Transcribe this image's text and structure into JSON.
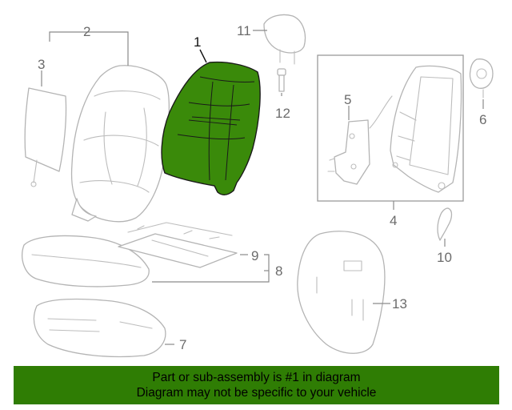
{
  "callouts": {
    "c1": "1",
    "c2": "2",
    "c3": "3",
    "c4": "4",
    "c5": "5",
    "c6": "6",
    "c7": "7",
    "c8": "8",
    "c9": "9",
    "c10": "10",
    "c11": "11",
    "c12": "12",
    "c13": "13"
  },
  "banner": {
    "line1": "Part or sub-assembly is #1 in diagram",
    "line2": "Diagram may not be specific to your vehicle"
  },
  "colors": {
    "highlight_part": "#3a8a0a",
    "banner_background": "#2f7d04",
    "part_outline": "#b4b4b4",
    "callout_text": "#6b6b6b"
  }
}
